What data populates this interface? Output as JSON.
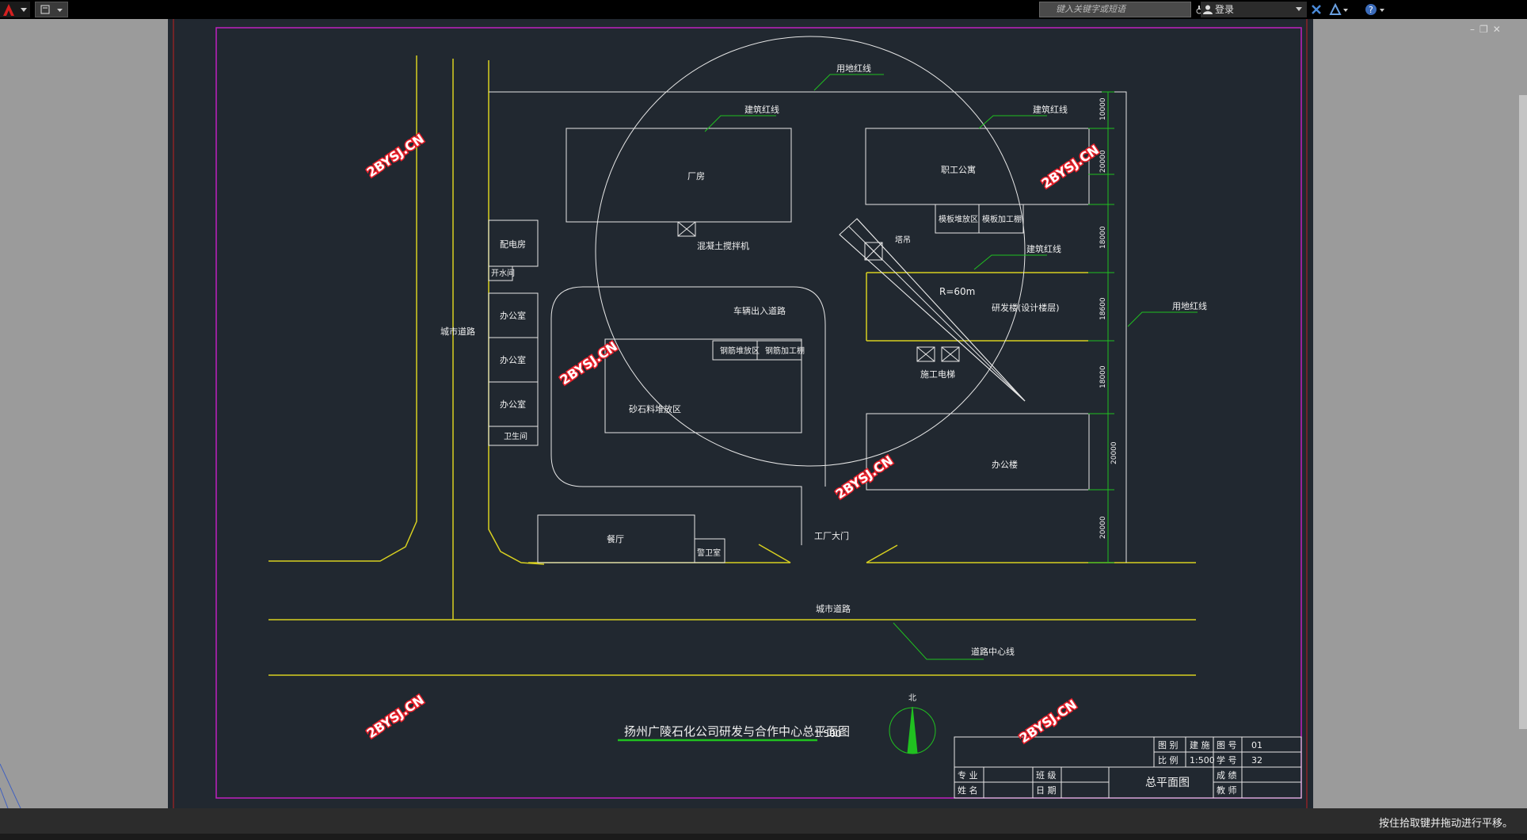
{
  "toolbar": {
    "search_placeholder": "键入关键字或短语",
    "login_label": "登录"
  },
  "drawing": {
    "road_left": "城市道路",
    "road_bottom": "城市道路",
    "road_center_line": "道路中心线",
    "land_red_line_top": "用地红线",
    "land_red_line_right": "用地红线",
    "building_red_line_1": "建筑红线",
    "building_red_line_2": "建筑红线",
    "building_red_line_3": "建筑红线",
    "factory": "厂房",
    "concrete_mixer": "混凝土搅拌机",
    "power_room": "配电房",
    "water_room": "开水间",
    "office_1": "办公室",
    "office_2": "办公室",
    "office_3": "办公室",
    "toilet": "卫生间",
    "vehicle_road": "车辆出入道路",
    "steel_stack": "钢筋堆放区",
    "steel_process": "钢筋加工棚",
    "sand_stack": "砂石料堆放区",
    "canteen": "餐厅",
    "guard_room": "警卫室",
    "factory_gate": "工厂大门",
    "staff_dorm": "职工公寓",
    "formwork_stack": "模板堆放区",
    "formwork_process": "模板加工棚",
    "tower_crane": "塔吊",
    "radius": "R=60m",
    "rd_building": "研发楼(设计楼层)",
    "construction_lift": "施工电梯",
    "office_building": "办公楼",
    "north": "北",
    "dims": [
      "10000",
      "20000",
      "18000",
      "18600",
      "18000",
      "20000",
      "20000"
    ],
    "watermarks": [
      "2BYSJ.CN",
      "2BYSJ.CN",
      "2BYSJ.CN",
      "2BYSJ.CN",
      "2BYSJ.CN",
      "2BYSJ.CN"
    ],
    "title": "扬州广陵石化公司研发与合作中心总平面图",
    "title_scale": "1:500"
  },
  "title_block": {
    "drawing_type_label": "图 别",
    "drawing_type": "建 施",
    "drawing_no_label": "图 号",
    "drawing_no": "01",
    "scale_label": "比 例",
    "scale": "1:500",
    "student_no_label": "学 号",
    "student_no": "32",
    "major_label": "专 业",
    "class_label": "班 级",
    "name_label": "姓 名",
    "date_label": "日 期",
    "sheet_title": "总平面图",
    "grade_label": "成 绩",
    "teacher_label": "教 师"
  },
  "status": {
    "message": "按住拾取键并拖动进行平移。"
  },
  "colors": {
    "background": "#212830",
    "line": "#e6e6e6",
    "road": "#d8d020",
    "magenta_frame": "#c020c0",
    "dimension": "#20c020",
    "watermark": "#e8202a"
  }
}
